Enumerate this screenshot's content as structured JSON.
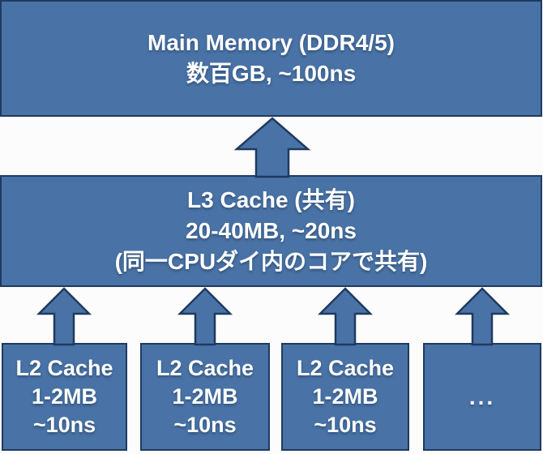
{
  "colors": {
    "box_fill": "#4973a6",
    "box_border": "#1f3a60",
    "text_color": "#ffffff",
    "canvas_bg": "#fcfcfc"
  },
  "diagram": {
    "main_memory": {
      "title": "Main Memory (DDR4/5)",
      "specs": "数百GB, ~100ns"
    },
    "l3_cache": {
      "title": "L3 Cache (共有)",
      "specs": "20-40MB, ~20ns",
      "note": "(同一CPUダイ内のコアで共有)"
    },
    "l2_caches": [
      {
        "title": "L2 Cache",
        "size": "1-2MB",
        "latency": "~10ns"
      },
      {
        "title": "L2 Cache",
        "size": "1-2MB",
        "latency": "~10ns"
      },
      {
        "title": "L2 Cache",
        "size": "1-2MB",
        "latency": "~10ns"
      }
    ],
    "more_indicator": "..."
  }
}
